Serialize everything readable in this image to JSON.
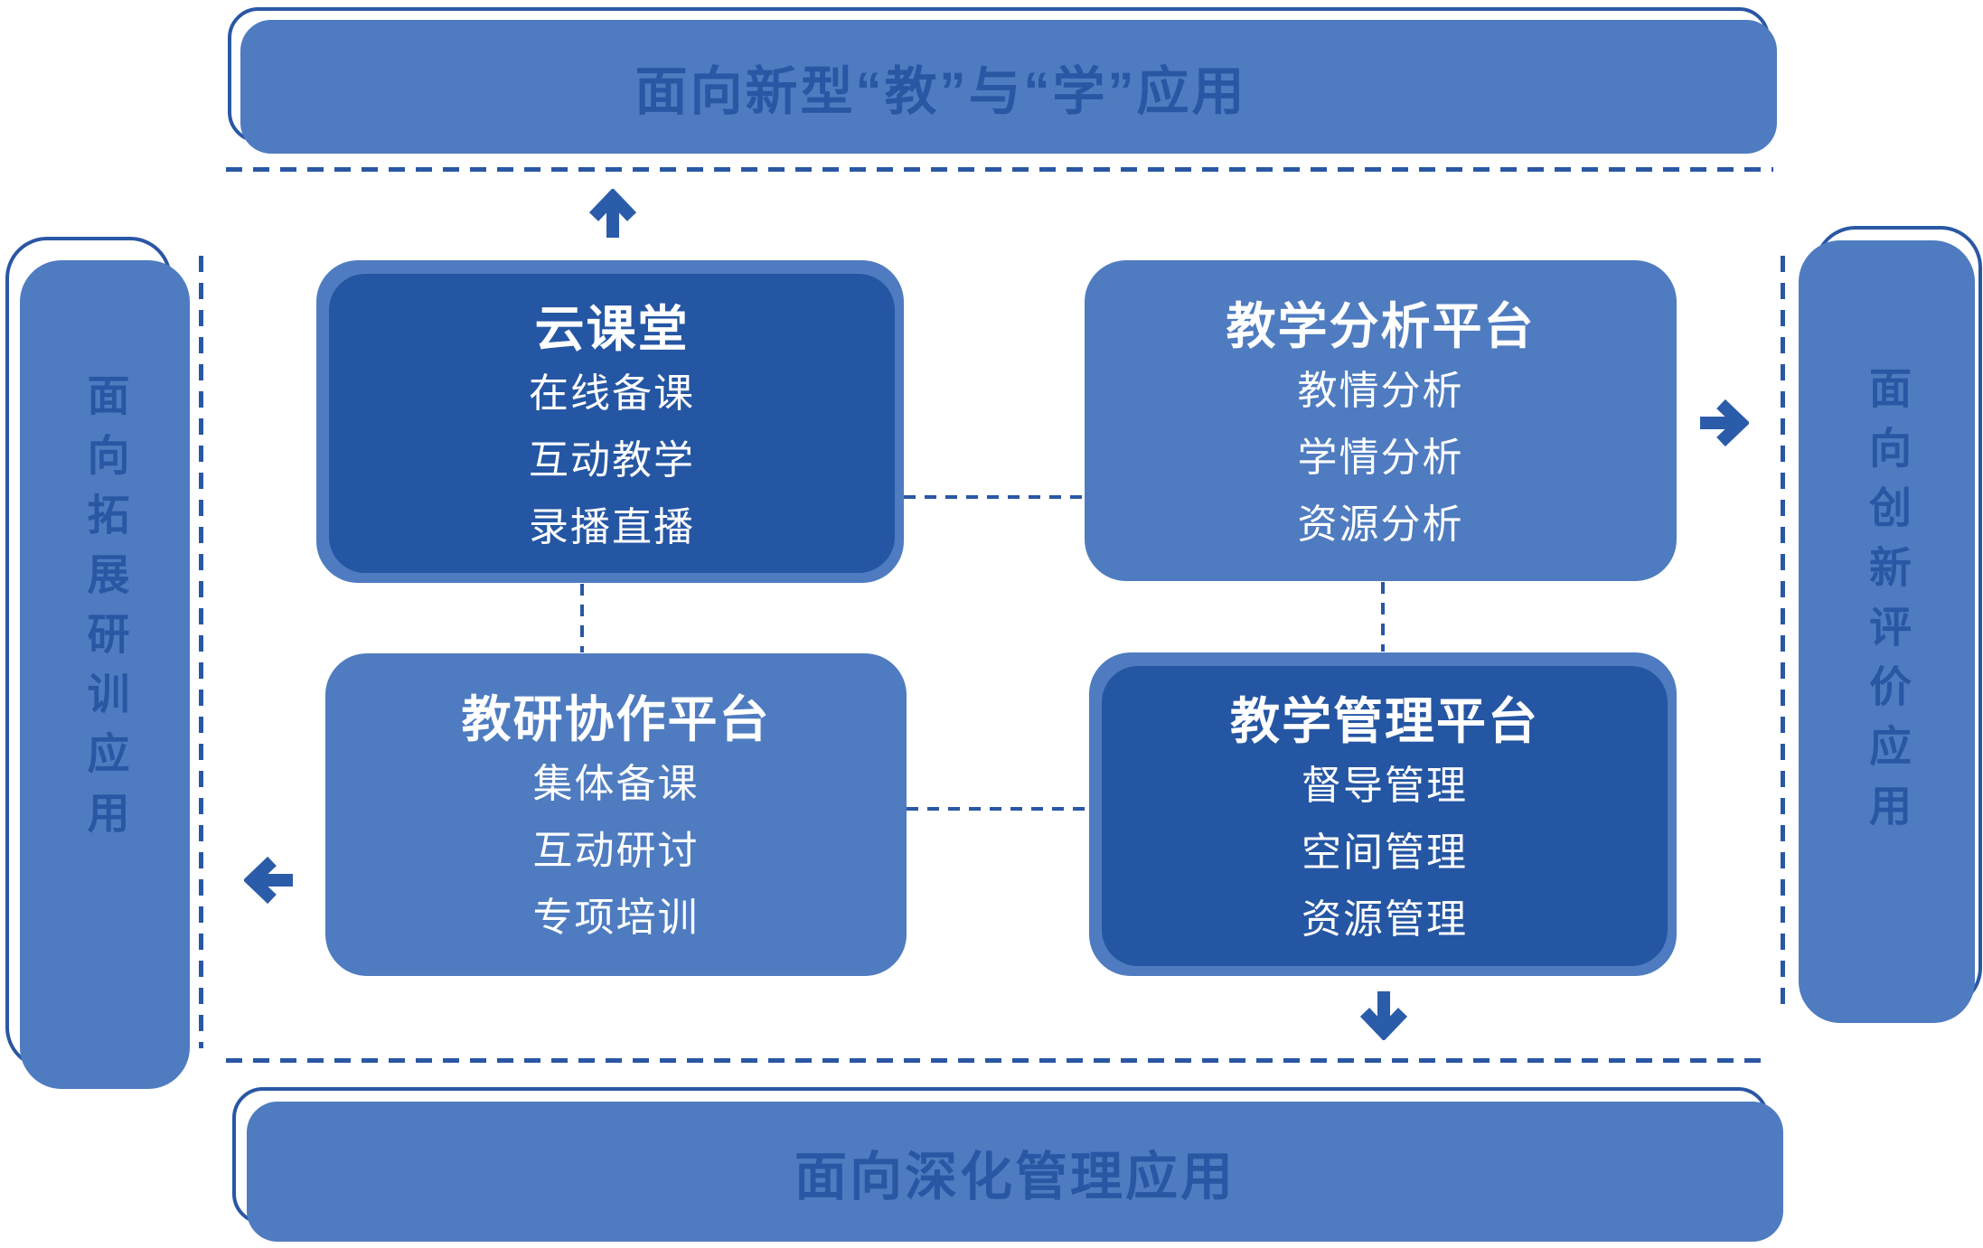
{
  "banners": {
    "top": {
      "label": "面向新型“教”与“学”应用"
    },
    "bottom": {
      "label": "面向深化管理应用"
    },
    "left": {
      "label": "面向拓展研训应用"
    },
    "right": {
      "label": "面向创新评价应用"
    }
  },
  "cards": [
    {
      "id": "cloud-classroom",
      "title": "云课堂",
      "items": [
        "在线备课",
        "互动教学",
        "录播直播"
      ],
      "variant": "dark"
    },
    {
      "id": "teaching-analysis",
      "title": "教学分析平台",
      "items": [
        "教情分析",
        "学情分析",
        "资源分析"
      ],
      "variant": "flat"
    },
    {
      "id": "research-collaboration",
      "title": "教研协作平台",
      "items": [
        "集体备课",
        "互动研讨",
        "专项培训"
      ],
      "variant": "flat"
    },
    {
      "id": "teaching-management",
      "title": "教学管理平台",
      "items": [
        "督导管理",
        "空间管理",
        "资源管理"
      ],
      "variant": "dark"
    }
  ],
  "arrows": [
    "arrow-up",
    "arrow-right",
    "arrow-left",
    "arrow-down"
  ],
  "colors": {
    "fill": "#4f7cc0",
    "dark": "#2456a3",
    "ink": "#2a57a4",
    "arrow": "#2b5ca9",
    "white": "#ffffff"
  }
}
